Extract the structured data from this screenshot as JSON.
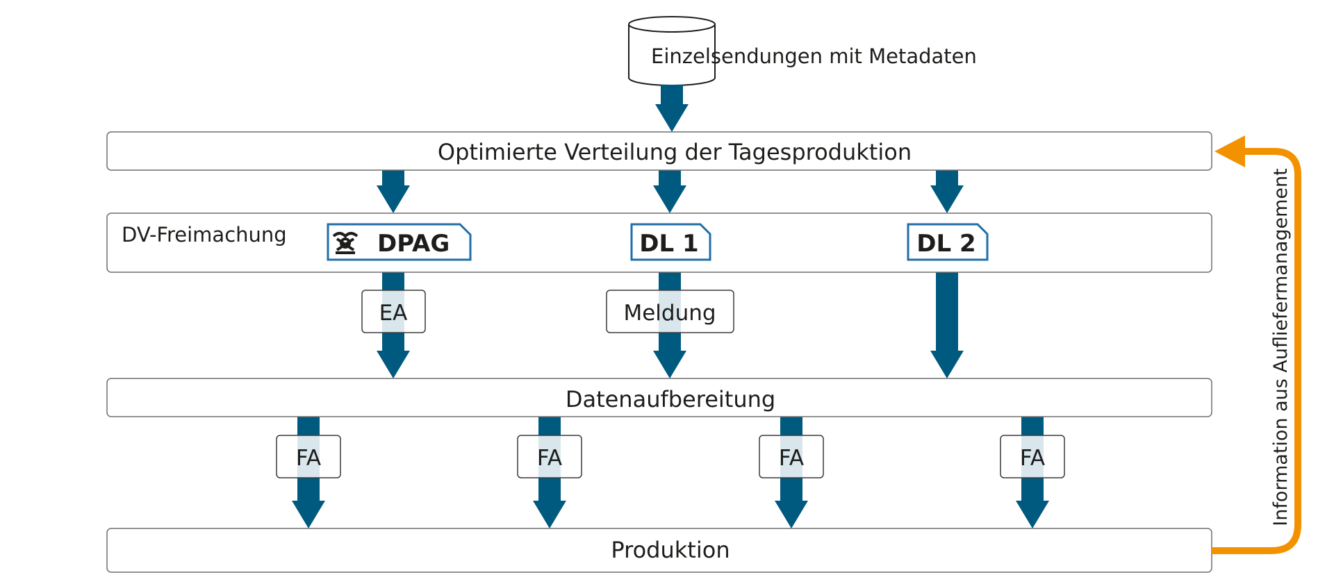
{
  "colors": {
    "arrow": "#005a7f",
    "feedback": "#f39200",
    "text": "#1d1d1b",
    "tag_border": "#1f6ea8"
  },
  "source": {
    "label": "Einzelsendungen mit Metadaten",
    "icon": "database-cylinder-icon"
  },
  "stages": {
    "distribution": "Optimierte Verteilung der Tagesproduktion",
    "franking": "DV-Freimachung",
    "preparation": "Datenaufbereitung",
    "production": "Produktion"
  },
  "providers": [
    {
      "label": "DPAG",
      "icon": "posthorn-icon"
    },
    {
      "label": "DL 1"
    },
    {
      "label": "DL 2"
    }
  ],
  "connector_labels": {
    "ea": "EA",
    "meldung": "Meldung",
    "fa": [
      "FA",
      "FA",
      "FA",
      "FA"
    ]
  },
  "feedback": {
    "label": "Information aus Aufliefermanagement"
  }
}
